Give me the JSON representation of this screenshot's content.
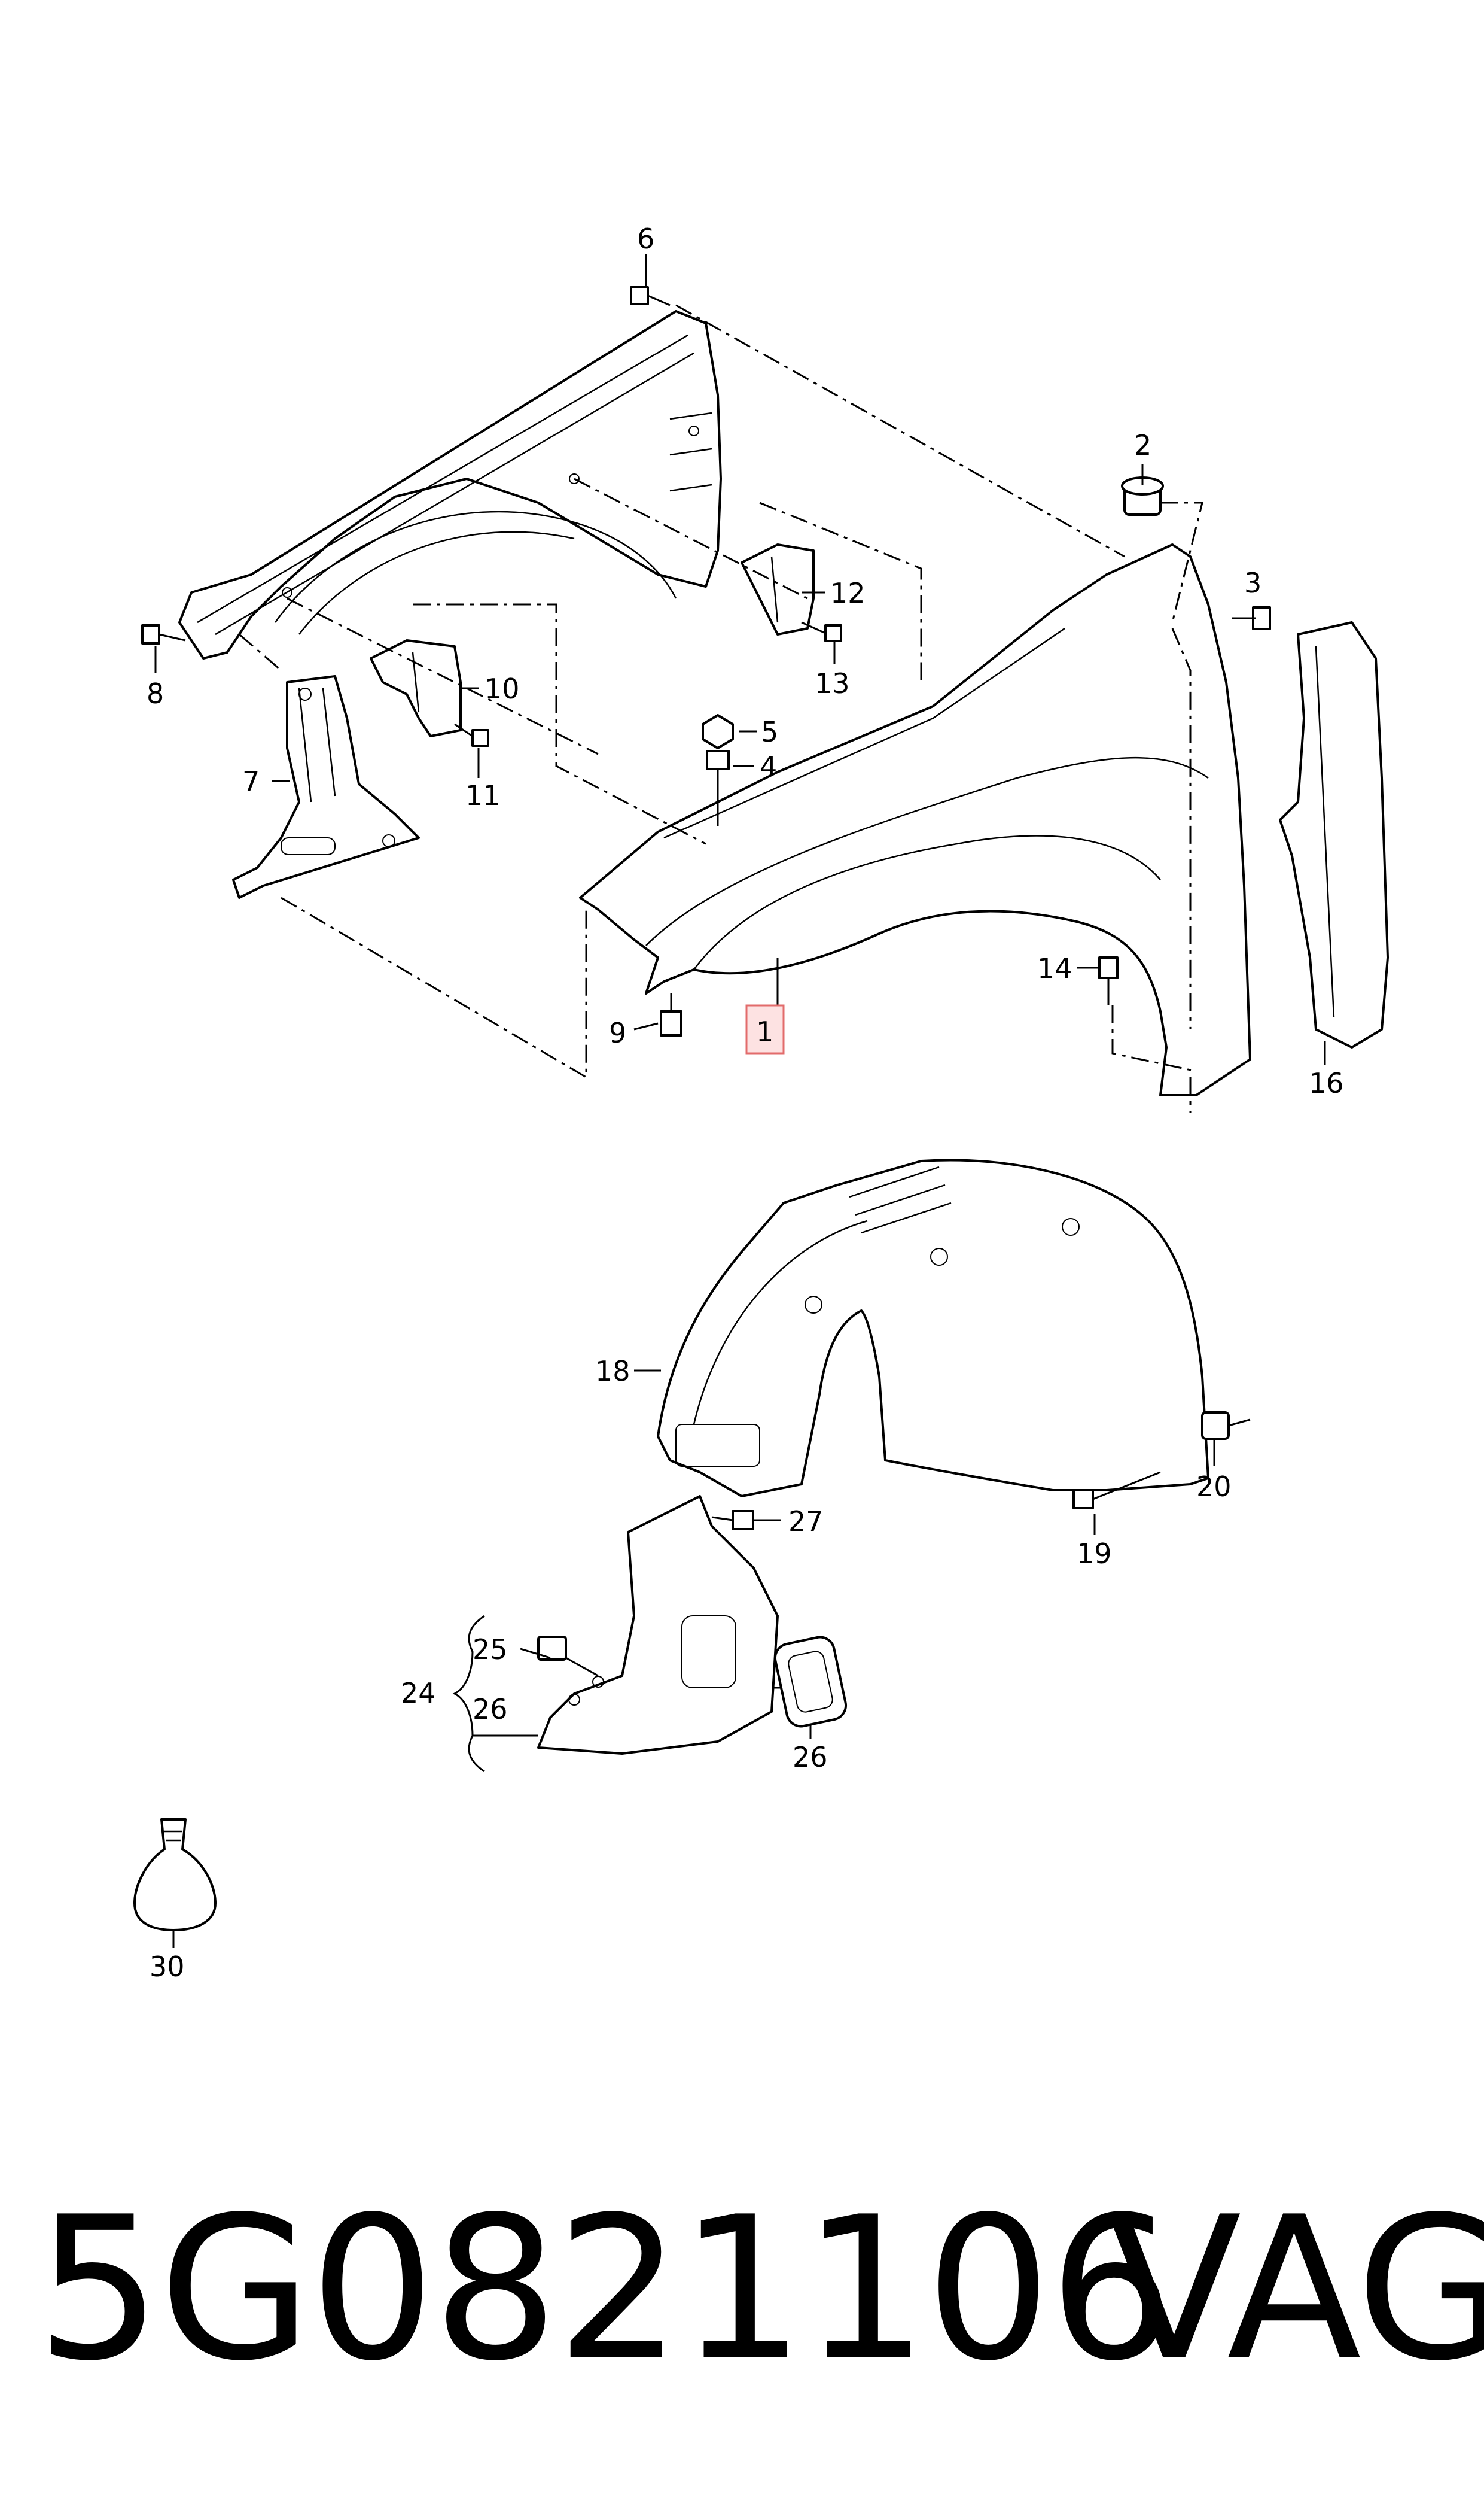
{
  "callouts": {
    "c1": "1",
    "c2": "2",
    "c3": "3",
    "c4": "4",
    "c5": "5",
    "c6": "6",
    "c7": "7",
    "c8": "8",
    "c9": "9",
    "c10": "10",
    "c11": "11",
    "c12": "12",
    "c13": "13",
    "c14": "14",
    "c16": "16",
    "c18": "18",
    "c19": "19",
    "c20": "20",
    "c24": "24",
    "c25": "25",
    "c26a": "26",
    "c26b": "26",
    "c27": "27",
    "c30": "30"
  },
  "footer": {
    "part_number": "5G0821106",
    "brand": "VAG"
  },
  "colors": {
    "line": "#000000",
    "highlight_fill": "#fde2e2",
    "highlight_border": "#e26b6b"
  }
}
